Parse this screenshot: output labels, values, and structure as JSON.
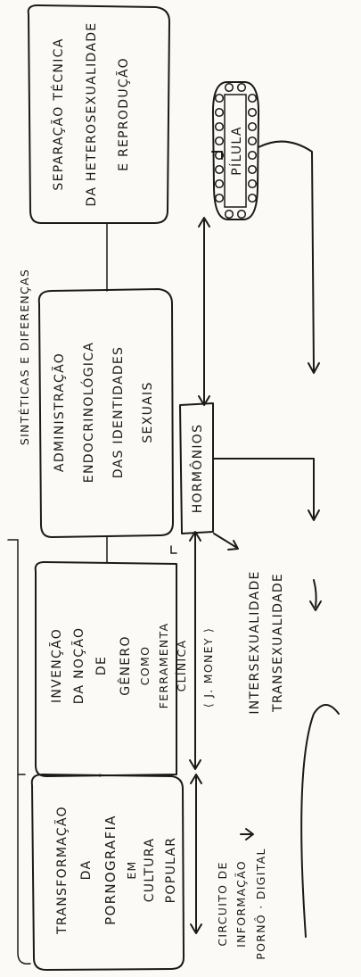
{
  "boxes": {
    "separacao": [
      "SEPARAÇÃO TÉCNICA",
      "DA HETEROSEXUALIDADE",
      "E REPRODUÇÃO"
    ],
    "pilula": "PÍLULA",
    "administracao": [
      "ADMINISTRAÇÃO",
      "ENDOCRINOLÓGICA",
      "DAS IDENTIDADES",
      "SEXUAIS"
    ],
    "hormonios": "HORMÔNIOS",
    "invencao": [
      "INVENÇÃO",
      "DA NOÇÃO",
      "DE",
      "GÊNERO",
      "COMO",
      "FERRAMENTA",
      "CLÍNICA"
    ],
    "money": "⟨ J. MONEY ⟩",
    "transformacao": [
      "TRANSFORMAÇÃO",
      "DA",
      "PORNOGRAFIA",
      "EM",
      "CULTURA",
      "POPULAR"
    ]
  },
  "labels": {
    "sinteticas": "SINTÉTICAS E DIFERENÇAS",
    "intersexualidade": [
      "INTERSEXUALIDADE",
      "TRANSEXUALIDADE"
    ],
    "circuito": [
      "CIRCUITO DE",
      "INFORMAÇÃO",
      "PORNÔ · DIGITAL"
    ]
  }
}
